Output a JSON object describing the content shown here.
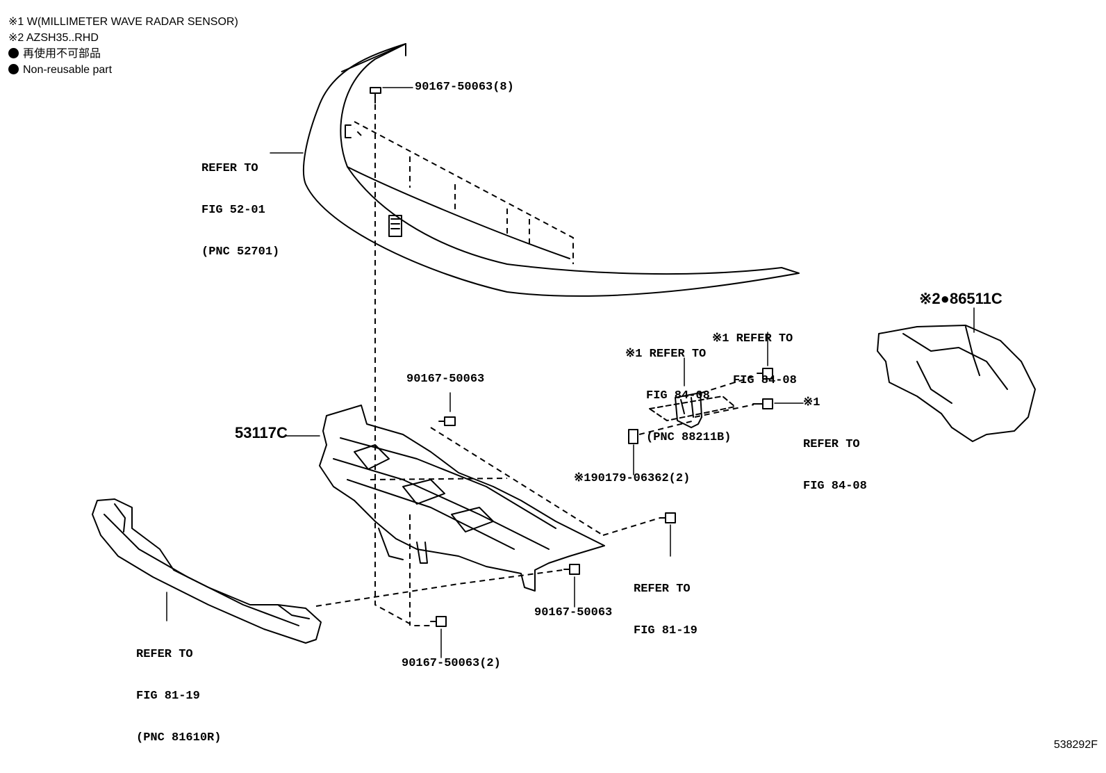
{
  "legend": [
    "※1 W(MILLIMETER WAVE RADAR SENSOR)",
    "※2 AZSH35..RHD",
    "再使用不可部品",
    "Non-reusable part"
  ],
  "labels": {
    "bolt_top": "90167-50063(8)",
    "bumper_refer": [
      "REFER TO",
      "FIG 52-01",
      "(PNC 52701)"
    ],
    "bolt_center": "90167-50063",
    "part_53117c": "53117C",
    "radar_refer": [
      "※1 REFER TO",
      "FIG 84-08",
      "(PNC 88211B)"
    ],
    "radar_bolt_refer": [
      "※1 REFER TO",
      "FIG 84-08"
    ],
    "radar_screw_refer": [
      "※1",
      "REFER TO",
      "FIG 84-08"
    ],
    "nut": "※190179-06362(2)",
    "part_86511c": "※2●86511C",
    "right_bolt_refer": [
      "REFER TO",
      "FIG 81-19"
    ],
    "bolt_lower_right": "90167-50063",
    "bolt_bottom": "90167-50063(2)",
    "absorber_refer": [
      "REFER TO",
      "FIG 81-19",
      "(PNC 81610R)"
    ]
  },
  "figure_number": "538292F"
}
